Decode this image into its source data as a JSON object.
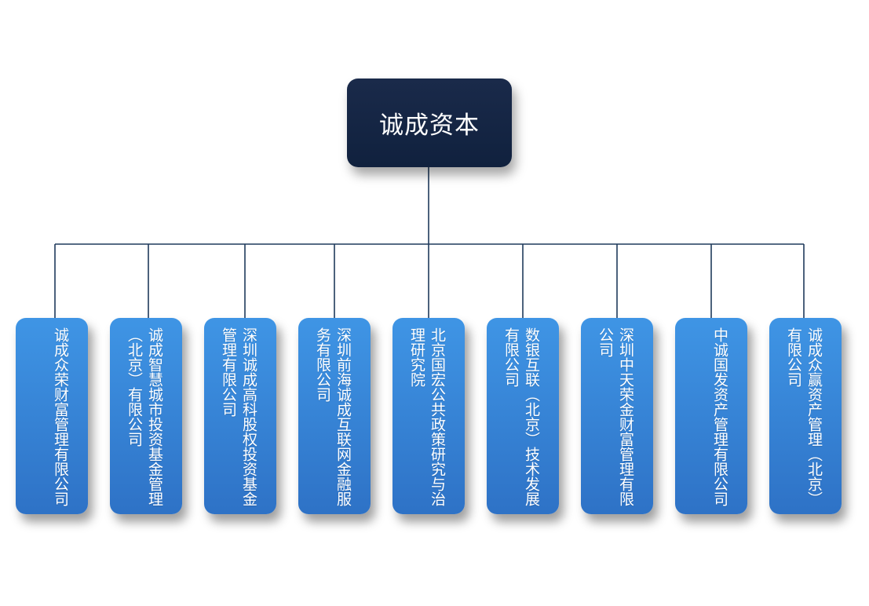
{
  "root": {
    "label": "诚成资本"
  },
  "children": [
    {
      "label": "诚成众荣财富管理有限公司"
    },
    {
      "label": "诚成智慧城市投资基金管理（北京）有限公司"
    },
    {
      "label": "深圳诚成高科股权投资基金管理有限公司"
    },
    {
      "label": "深圳前海诚成互联网金融服务有限公司"
    },
    {
      "label": "北京国宏公共政策研究与治理研究院"
    },
    {
      "label": "数银互联（北京）技术发展有限公司"
    },
    {
      "label": "深圳中天荣金财富管理有限公司"
    },
    {
      "label": "中诚国发资产管理有限公司"
    },
    {
      "label": "诚成众赢资产管理（北京）有限公司"
    }
  ],
  "colors": {
    "root_fill": "#12233f",
    "child_fill": "#3584d6",
    "connector": "#1f3a5c"
  }
}
